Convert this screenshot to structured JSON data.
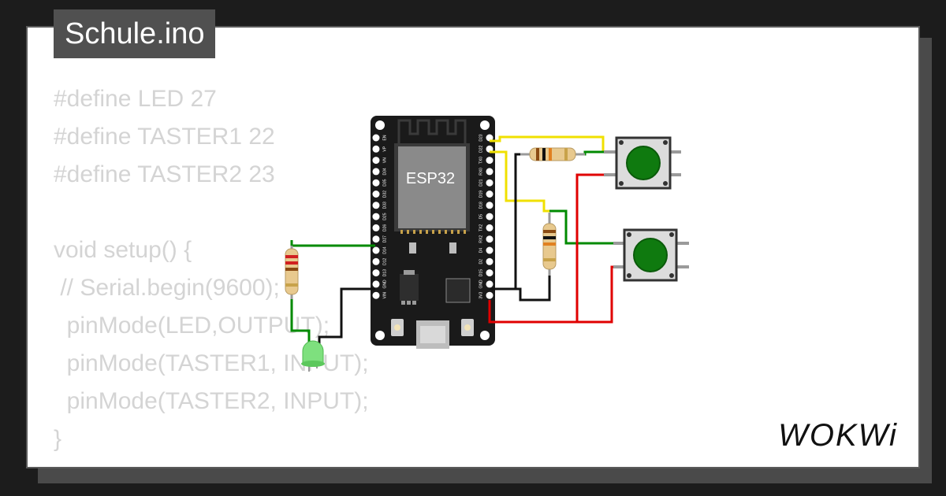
{
  "project": {
    "title": "Schule.ino"
  },
  "code_lines": [
    "#define LED 27",
    "#define TASTER1 22",
    "#define TASTER2 23",
    "",
    "void setup() {",
    " // Serial.begin(9600);",
    "  pinMode(LED,OUTPUT);",
    "  pinMode(TASTER1, INPUT);",
    "  pinMode(TASTER2, INPUT);",
    "}"
  ],
  "board": {
    "label": "ESP32",
    "left_pins": [
      "EN",
      "VP",
      "VN",
      "D34",
      "D35",
      "D32",
      "D33",
      "D25",
      "D26",
      "D27",
      "D14",
      "D12",
      "D13",
      "GND",
      "VIN"
    ],
    "right_pins": [
      "D23",
      "D22",
      "TX0",
      "RX0",
      "D21",
      "D19",
      "D18",
      "D5",
      "TX2",
      "RX2",
      "D4",
      "D2",
      "D15",
      "GND",
      "3V3"
    ]
  },
  "brand": {
    "logo_text": "WOKWi"
  },
  "colors": {
    "background": "#1c1c1c",
    "card": "#ffffff",
    "title_bg": "#505050",
    "code_text": "#d4d4d4",
    "board": "#1a1a1a",
    "wire_green": "#008a00",
    "wire_yellow": "#f0e000",
    "wire_red": "#e00000",
    "wire_black": "#111111",
    "button_cap": "#0f7a0f",
    "led": "#7ee07e"
  }
}
